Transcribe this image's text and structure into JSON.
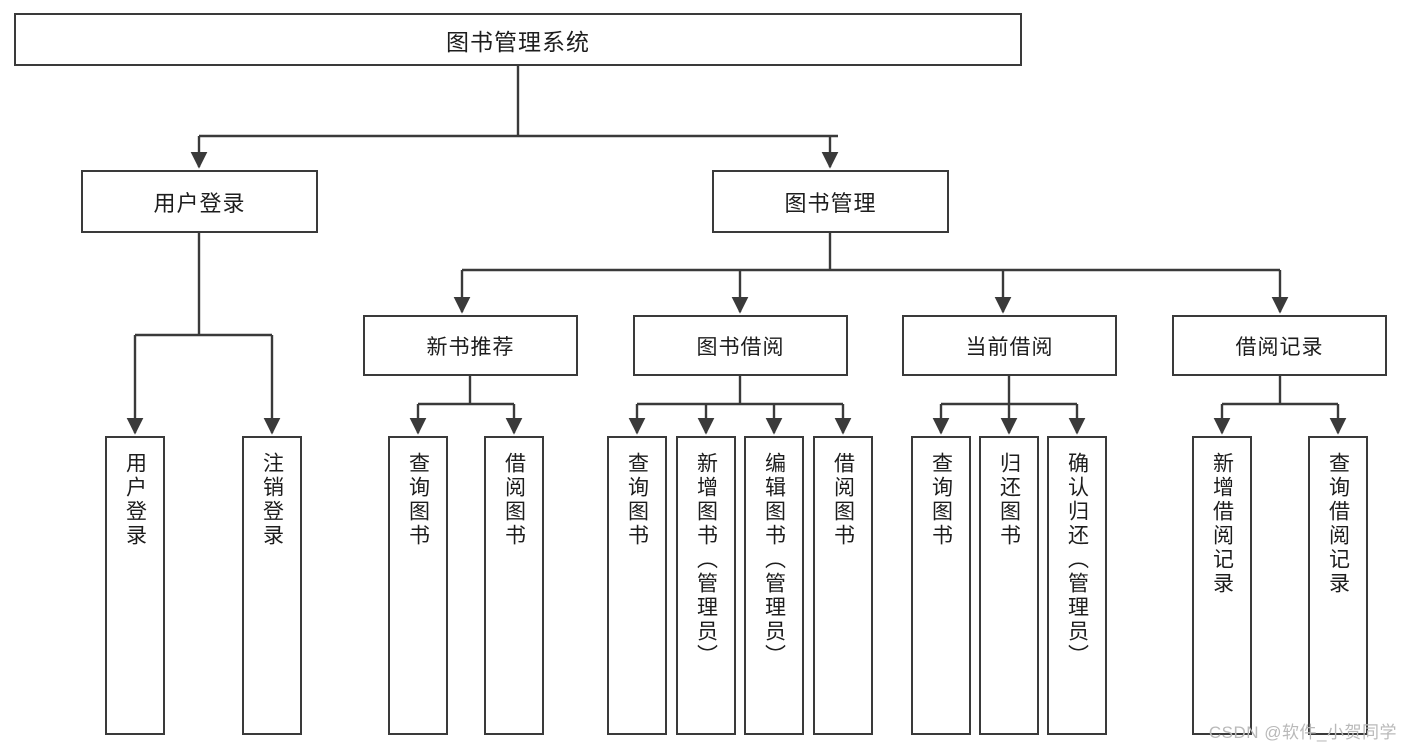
{
  "diagram": {
    "type": "tree-hierarchy",
    "title": "图书管理系统",
    "orientation": "top-down",
    "colors": {
      "box_border": "#3a3a3a",
      "box_fill": "#ffffff",
      "connector": "#3a3a3a",
      "text": "#1d1d1d",
      "watermark": "#b9b9b9"
    },
    "root": {
      "label": "图书管理系统",
      "level": 0
    },
    "level1": [
      {
        "label": "用户登录"
      },
      {
        "label": "图书管理"
      }
    ],
    "level2": [
      {
        "label": "新书推荐",
        "parent": "图书管理"
      },
      {
        "label": "图书借阅",
        "parent": "图书管理"
      },
      {
        "label": "当前借阅",
        "parent": "图书管理"
      },
      {
        "label": "借阅记录",
        "parent": "图书管理"
      }
    ],
    "leaves": {
      "用户登录": [
        "用户登录",
        "注销登录"
      ],
      "新书推荐": [
        "查询图书",
        "借阅图书"
      ],
      "图书借阅": [
        "查询图书",
        "新增图书（管理员）",
        "编辑图书（管理员）",
        "借阅图书"
      ],
      "当前借阅": [
        "查询图书",
        "归还图书",
        "确认归还（管理员）"
      ],
      "借阅记录": [
        "新增借阅记录",
        "查询借阅记录"
      ]
    }
  },
  "watermark": "CSDN @软件_小贺同学"
}
